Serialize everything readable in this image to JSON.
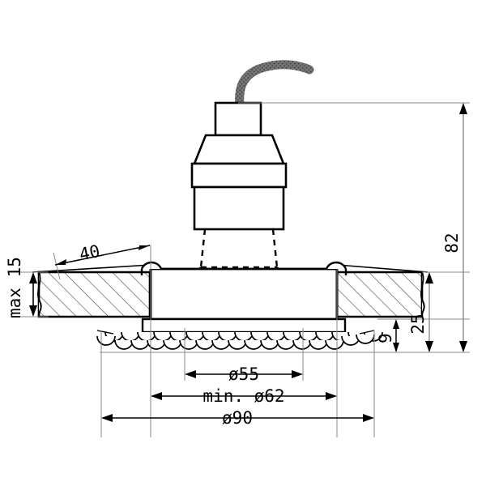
{
  "drawing": {
    "title": "Recessed downlight technical section drawing",
    "type": "engineering-section-drawing",
    "units": "mm",
    "line_color": "#000000",
    "thin_line_color": "#7a7a7a",
    "hatch_color": "#555555",
    "background": "#ffffff"
  },
  "dimensions": {
    "cutout_offset": "40",
    "ceiling_thickness": "max 15",
    "total_height": "82",
    "body_height": "25",
    "rim_height": "9",
    "inner_diameter": "ø55",
    "cutout_diameter": "min. ø62",
    "outer_diameter": "ø90"
  },
  "labels": [
    {
      "id": "dim-40",
      "text": "40",
      "orientation": "horizontal",
      "position": "top-left"
    },
    {
      "id": "dim-max15",
      "text": "max 15",
      "orientation": "vertical",
      "position": "left"
    },
    {
      "id": "dim-82",
      "text": "82",
      "orientation": "vertical",
      "position": "right-outer"
    },
    {
      "id": "dim-25",
      "text": "25",
      "orientation": "vertical",
      "position": "right-inner"
    },
    {
      "id": "dim-9",
      "text": "9",
      "orientation": "vertical",
      "position": "right-rim"
    },
    {
      "id": "dim-d55",
      "text": "ø55",
      "orientation": "horizontal",
      "position": "bottom-1"
    },
    {
      "id": "dim-d62",
      "text": "min. ø62",
      "orientation": "horizontal",
      "position": "bottom-2"
    },
    {
      "id": "dim-d90",
      "text": "ø90",
      "orientation": "horizontal",
      "position": "bottom-3"
    }
  ],
  "components": [
    {
      "name": "supply-cable",
      "description": "braided flexible cable curving up-right from lamp holder"
    },
    {
      "name": "lamp-holder-neck",
      "description": "small rectangular neck box at cable entry"
    },
    {
      "name": "lamp-holder-taper",
      "description": "trapezoidal tapered shoulder"
    },
    {
      "name": "lamp-holder-ring",
      "description": "horizontal collar band"
    },
    {
      "name": "lamp-holder-body",
      "description": "lower cylindrical holder body"
    },
    {
      "name": "reflector-hidden",
      "description": "dashed hidden outline of reflector cone"
    },
    {
      "name": "spring-clip-left",
      "description": "semicircular mounting spring clip, left"
    },
    {
      "name": "spring-clip-right",
      "description": "semicircular mounting spring clip, right"
    },
    {
      "name": "ceiling-section-left",
      "description": "hatched ceiling panel cross-section, left"
    },
    {
      "name": "ceiling-section-right",
      "description": "hatched ceiling panel cross-section, right"
    },
    {
      "name": "fixture-housing",
      "description": "rectangular fixture housing between clips"
    },
    {
      "name": "decorative-rim",
      "description": "scalloped crystal bead decorative rim, two rows of arcs"
    }
  ]
}
